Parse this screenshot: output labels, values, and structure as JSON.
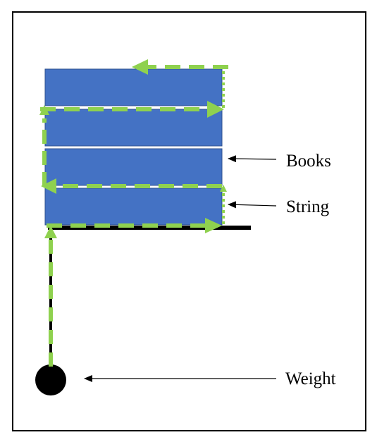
{
  "labels": {
    "books": "Books",
    "string": "String",
    "weight": "Weight"
  },
  "colors": {
    "book_fill": "#4472c4",
    "book_border": "#2f528f",
    "string_path": "#8fd14f",
    "frame": "#000000",
    "shelf": "#000000",
    "weight": "#000000"
  }
}
